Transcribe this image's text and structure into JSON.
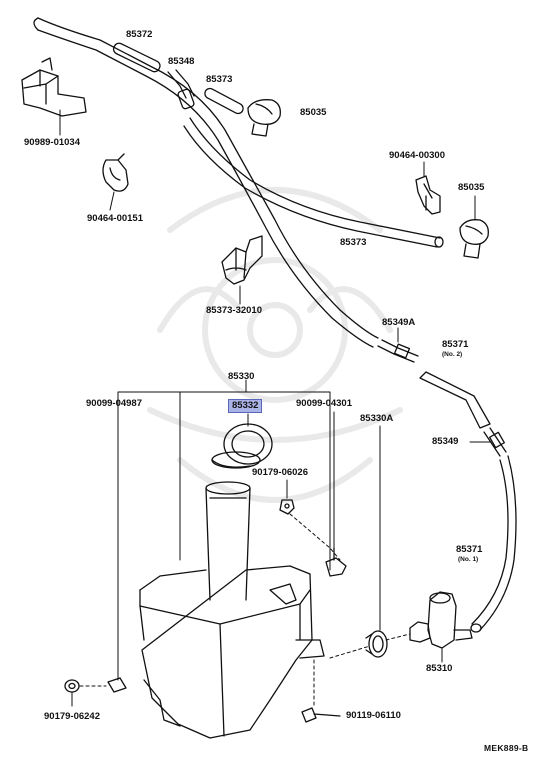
{
  "diagram": {
    "labels": {
      "p85372": "85372",
      "p85348": "85348",
      "p85373_upper": "85373",
      "p85035_upper": "85035",
      "p90989": "90989-01034",
      "p90464_00300": "90464-00300",
      "p85035_right": "85035",
      "p90464_00151": "90464-00151",
      "p85373_mid": "85373",
      "p85373_32010": "85373-32010",
      "p85349A": "85349A",
      "p85371_no2": "85371",
      "p85371_no2_sub": "(No. 2)",
      "p85330": "85330",
      "p90099_04987": "90099-04987",
      "p85332": "85332",
      "p90099_04301": "90099-04301",
      "p85330A": "85330A",
      "p85349": "85349",
      "p90179_06026": "90179-06026",
      "p85371_no1": "85371",
      "p85371_no1_sub": "(No. 1)",
      "p85310": "85310",
      "p90179_06242": "90179-06242",
      "p90119_06110": "90119-06110",
      "code": "MEK889-B"
    },
    "highlight_color": "#a9b3e6",
    "line_color": "#111111"
  }
}
